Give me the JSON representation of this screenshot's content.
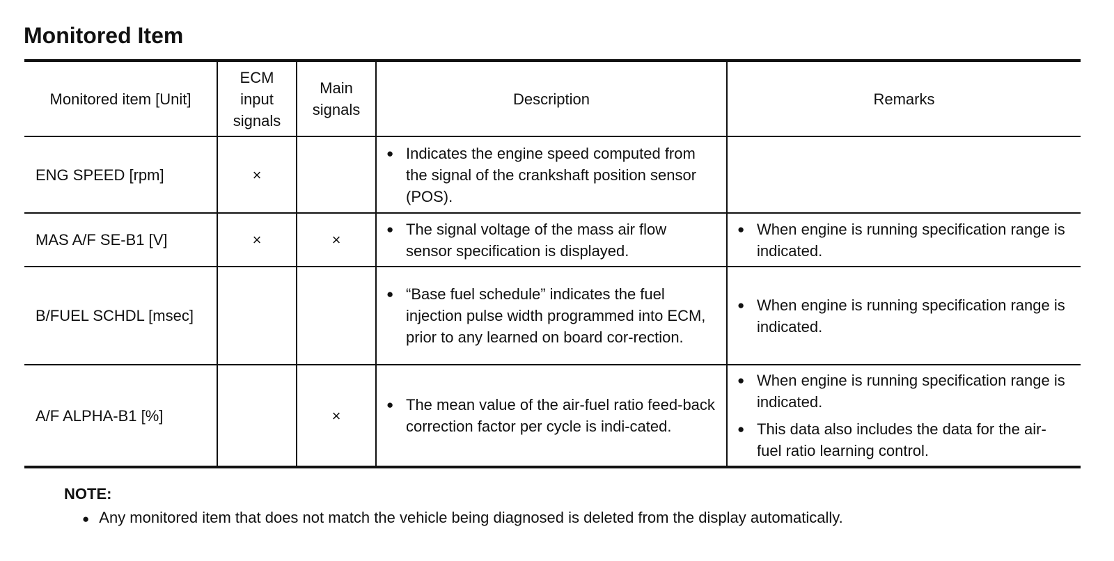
{
  "title": "Monitored Item",
  "table": {
    "headers": {
      "item": "Monitored item [Unit]",
      "ecm": "ECM input signals",
      "main": "Main signals",
      "description": "Description",
      "remarks": "Remarks"
    },
    "rows": [
      {
        "item": "ENG SPEED [rpm]",
        "ecm": "×",
        "main": "",
        "description": [
          "Indicates the engine speed computed from the signal of the crankshaft position sensor (POS)."
        ],
        "remarks": []
      },
      {
        "item": "MAS A/F SE-B1 [V]",
        "ecm": "×",
        "main": "×",
        "description": [
          "The signal voltage of the mass air flow sensor specification is displayed."
        ],
        "remarks": [
          "When engine is running specification range is indicated."
        ]
      },
      {
        "item": "B/FUEL SCHDL [msec]",
        "ecm": "",
        "main": "",
        "description": [
          "“Base fuel schedule” indicates the fuel injection pulse width programmed into ECM, prior to any learned on board cor-rection."
        ],
        "remarks": [
          "When engine is running specification range is indicated."
        ]
      },
      {
        "item": "A/F ALPHA-B1 [%]",
        "ecm": "",
        "main": "×",
        "description": [
          "The mean value of the air-fuel ratio feed-back correction factor per cycle is indi-cated."
        ],
        "remarks": [
          "When engine is running specification range is indicated.",
          "This data also includes the data for the air-fuel ratio learning control."
        ]
      }
    ]
  },
  "note": {
    "label": "NOTE:",
    "text": "Any monitored item that does not match the vehicle being diagnosed is deleted from the display automatically."
  }
}
